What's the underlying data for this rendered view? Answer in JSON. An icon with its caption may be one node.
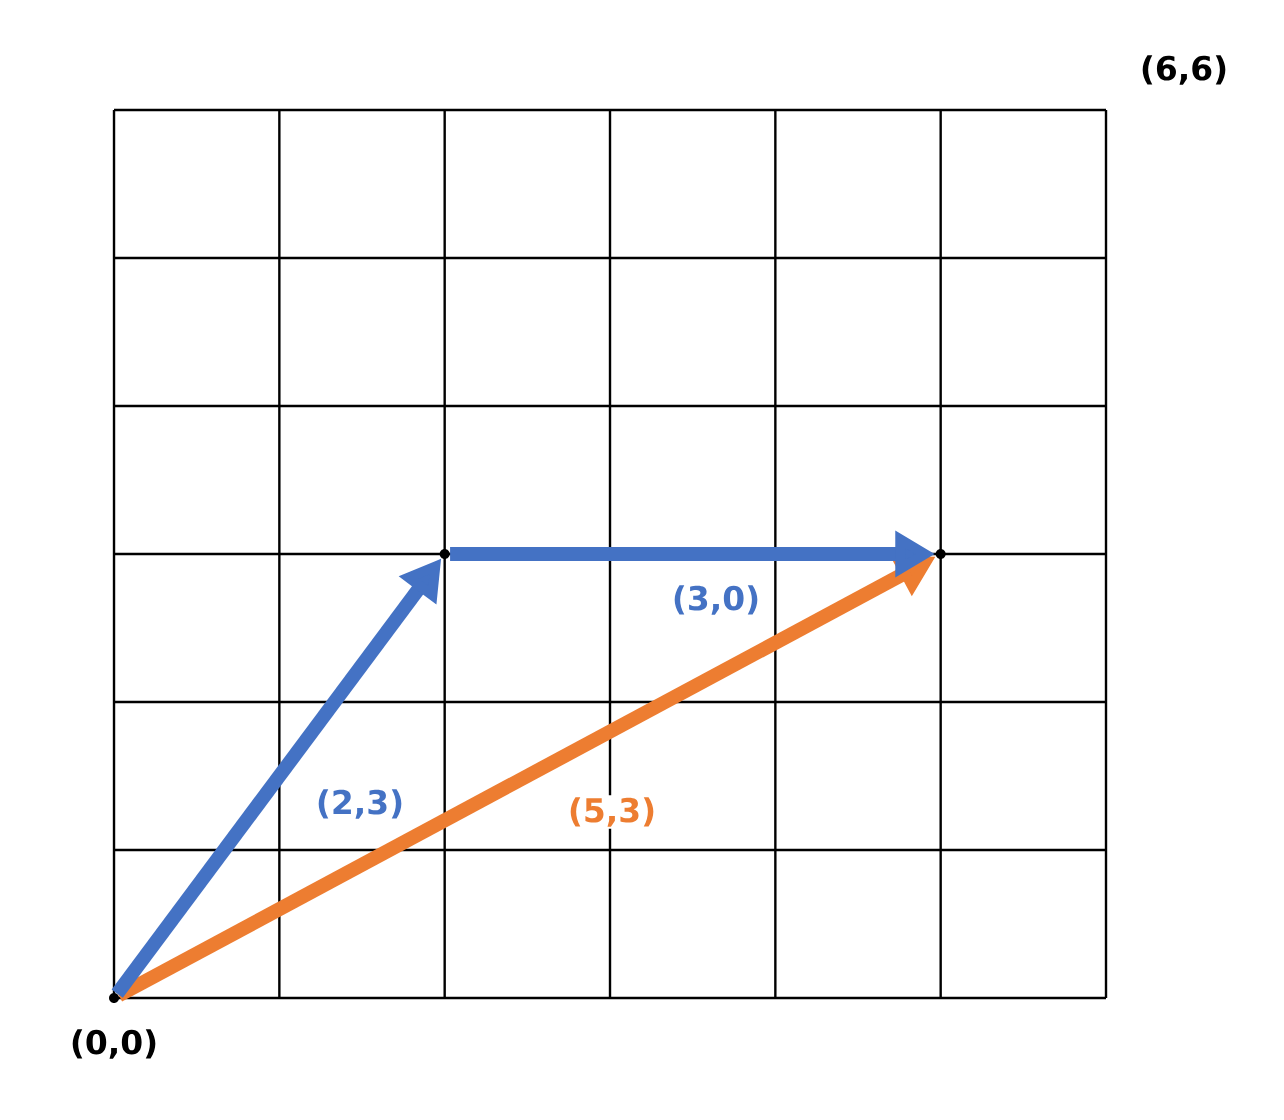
{
  "diagram": {
    "nodes": [
      {
        "text": [],
        "shape": "dot",
        "beside": [
          "(0,0)"
        ]
      },
      {
        "text": [],
        "shape": "dot"
      },
      {
        "text": [],
        "shape": "dot"
      }
    ],
    "edges": [
      {
        "from": 0,
        "to": 1,
        "arrow": "to",
        "label": "(2,3)",
        "color": "#4472c4"
      },
      {
        "from": 1,
        "to": 2,
        "arrow": "to",
        "label": "(3,0)",
        "color": "#4472c4"
      },
      {
        "from": 0,
        "to": 2,
        "arrow": "to",
        "label": "(5,3)",
        "color": "#ed7d31"
      }
    ],
    "labels": [
      "(6,6)"
    ]
  }
}
